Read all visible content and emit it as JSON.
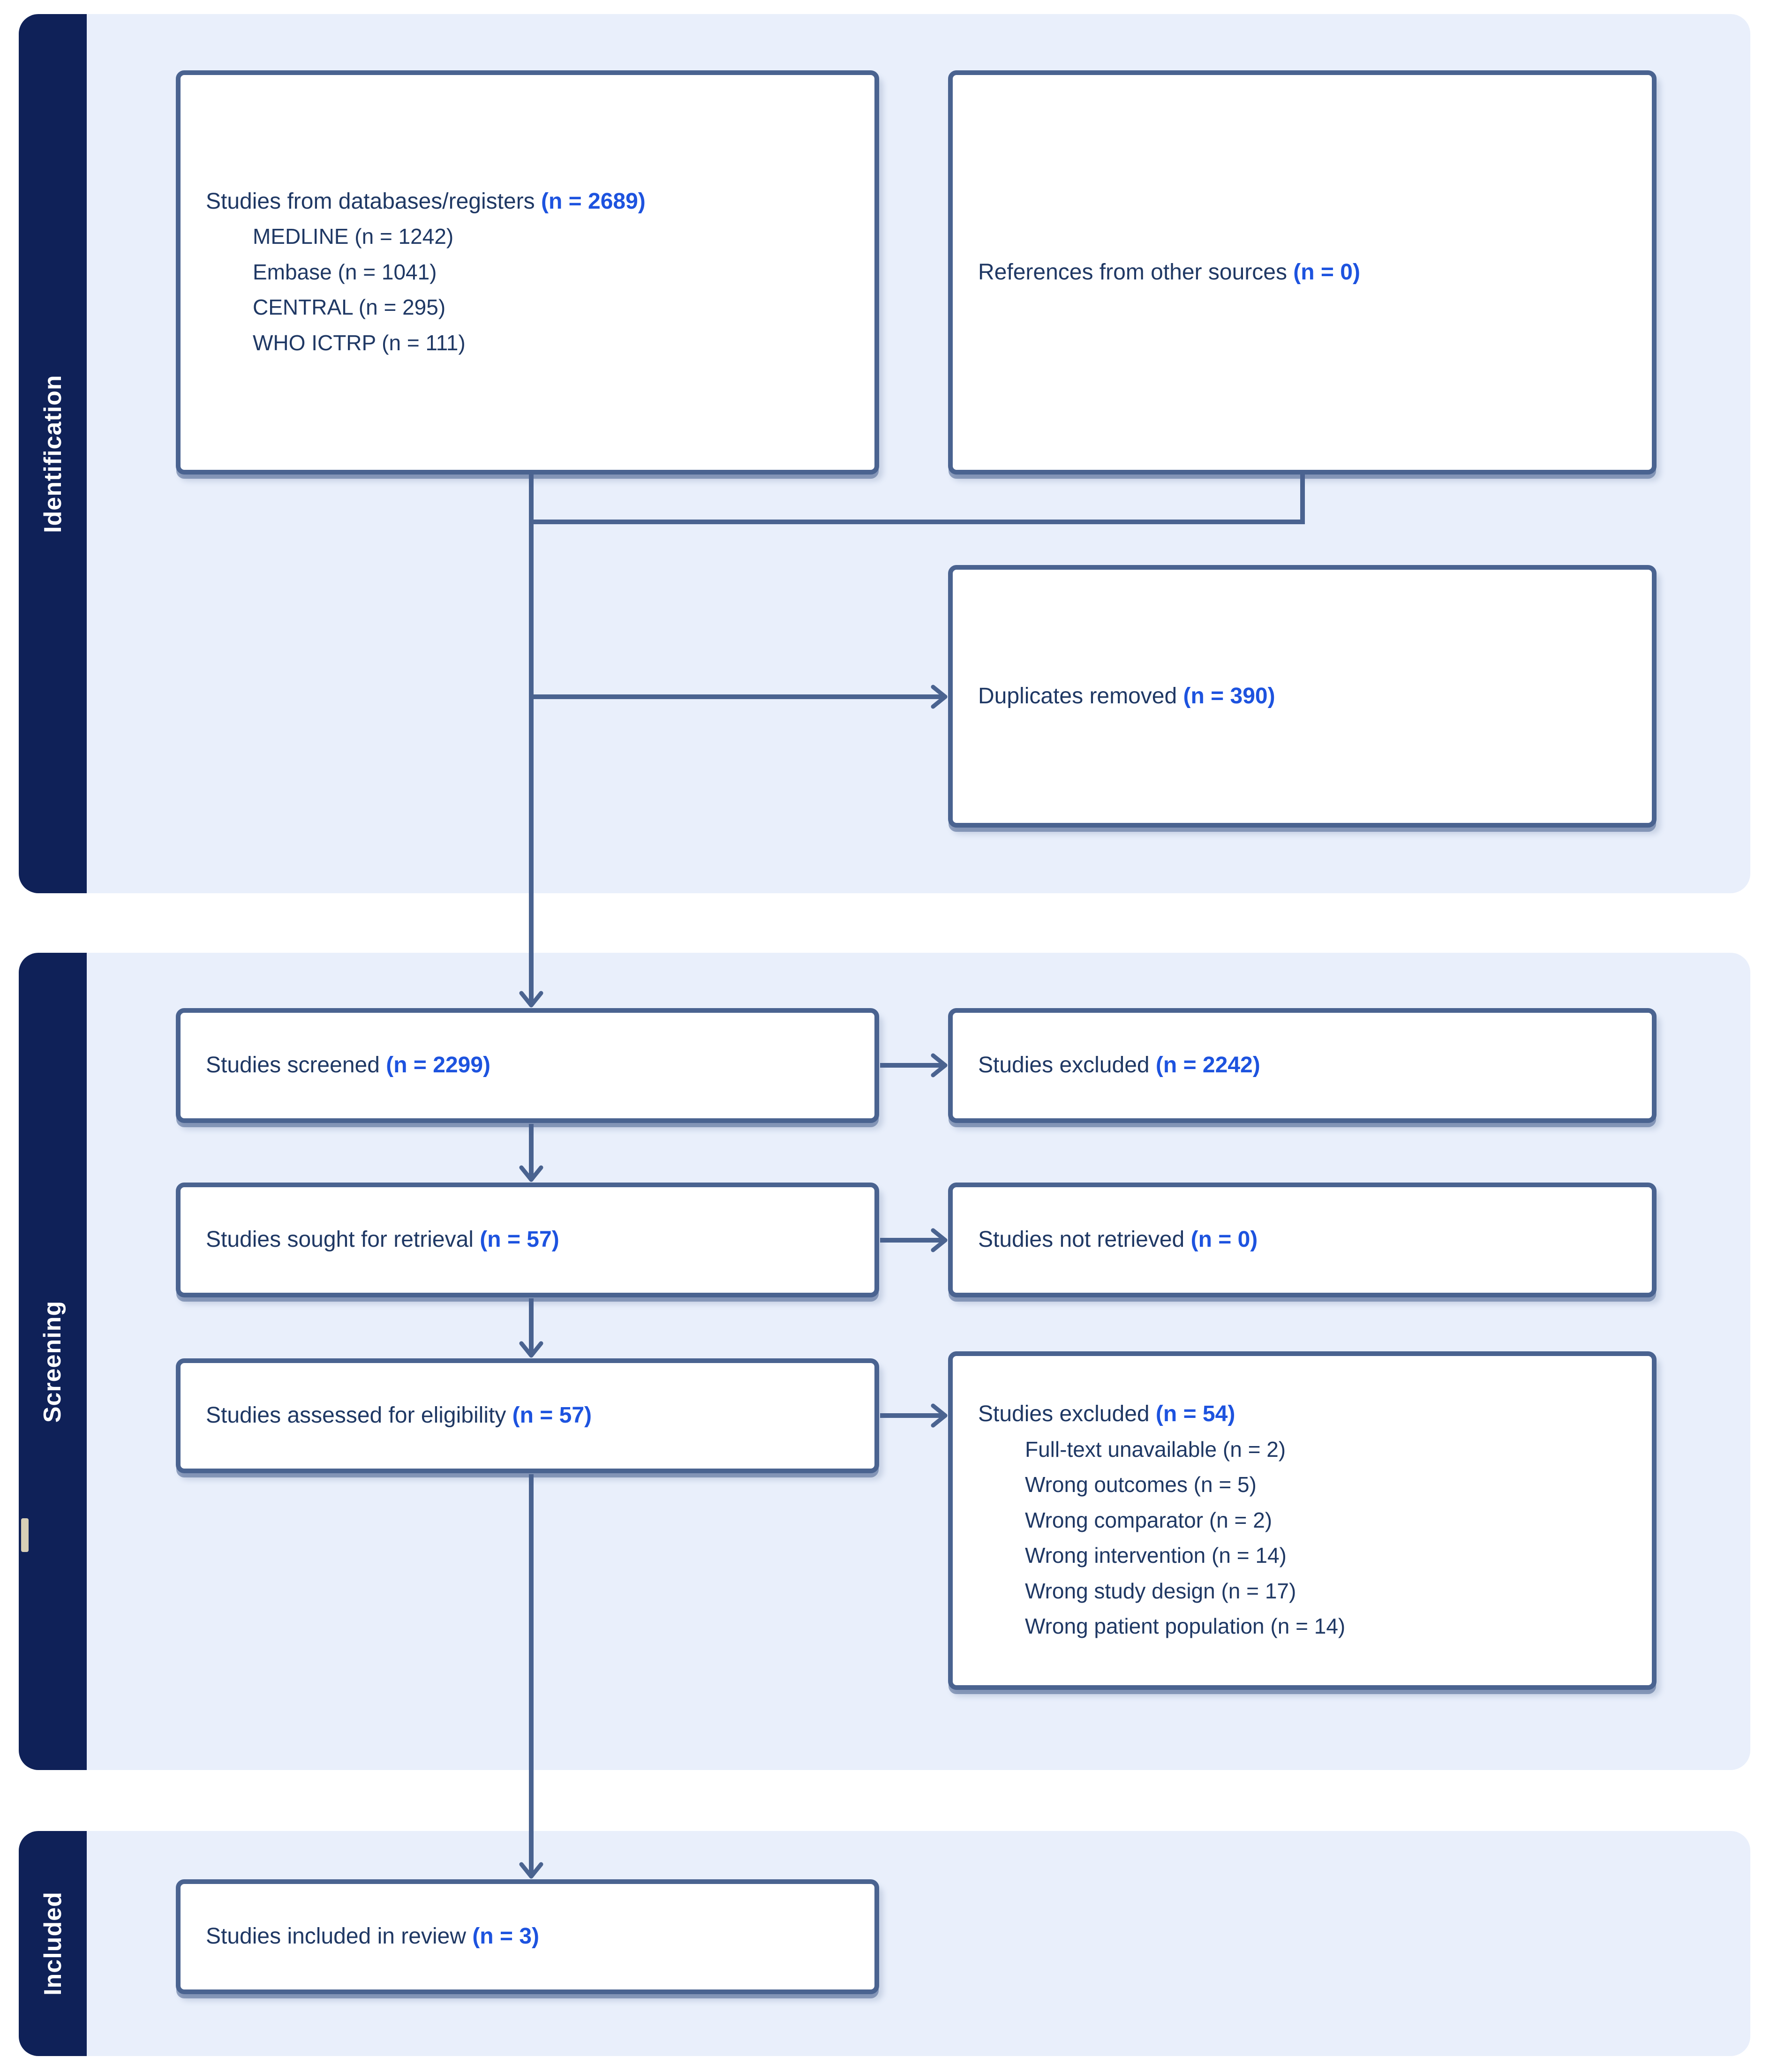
{
  "sidebar": {
    "identification": "Identification",
    "screening": "Screening",
    "included": "Included"
  },
  "boxes": {
    "sources": {
      "label": "Studies from databases/registers ",
      "count": "(n = 2689)",
      "items": [
        {
          "label": "MEDLINE (n = 1242)"
        },
        {
          "label": "Embase (n = 1041)"
        },
        {
          "label": "CENTRAL (n = 295)"
        },
        {
          "label": "WHO ICTRP (n = 111)"
        }
      ]
    },
    "other_sources": {
      "label": "References from other sources ",
      "count": "(n = 0)"
    },
    "duplicates_removed": {
      "label": "Duplicates removed ",
      "count": "(n = 390)"
    },
    "screened": {
      "label": "Studies screened ",
      "count": "(n = 2299)"
    },
    "excluded_screening": {
      "label": "Studies excluded ",
      "count": "(n = 2242)"
    },
    "sought": {
      "label": "Studies sought for retrieval ",
      "count": "(n = 57)"
    },
    "not_retrieved": {
      "label": "Studies not retrieved ",
      "count": "(n = 0)"
    },
    "assessed": {
      "label": "Studies assessed for eligibility ",
      "count": "(n = 57)"
    },
    "excluded_eligibility": {
      "label": "Studies excluded ",
      "count": "(n = 54)",
      "items": [
        {
          "label": "Full-text unavailable (n = 2)"
        },
        {
          "label": "Wrong outcomes (n = 5)"
        },
        {
          "label": "Wrong comparator (n = 2)"
        },
        {
          "label": "Wrong intervention (n = 14)"
        },
        {
          "label": "Wrong study design (n = 17)"
        },
        {
          "label": "Wrong patient population (n = 14)"
        }
      ]
    },
    "included_review": {
      "label": "Studies included in review ",
      "count": "(n = 3)"
    }
  },
  "colors": {
    "sidebar_navy": "#0f2158",
    "panel_light_blue": "#e9effb",
    "box_border_slate": "#4a6390",
    "text_dark_navy": "#1f3864",
    "count_blue": "#1d53df",
    "box_fill": "#ffffff"
  }
}
